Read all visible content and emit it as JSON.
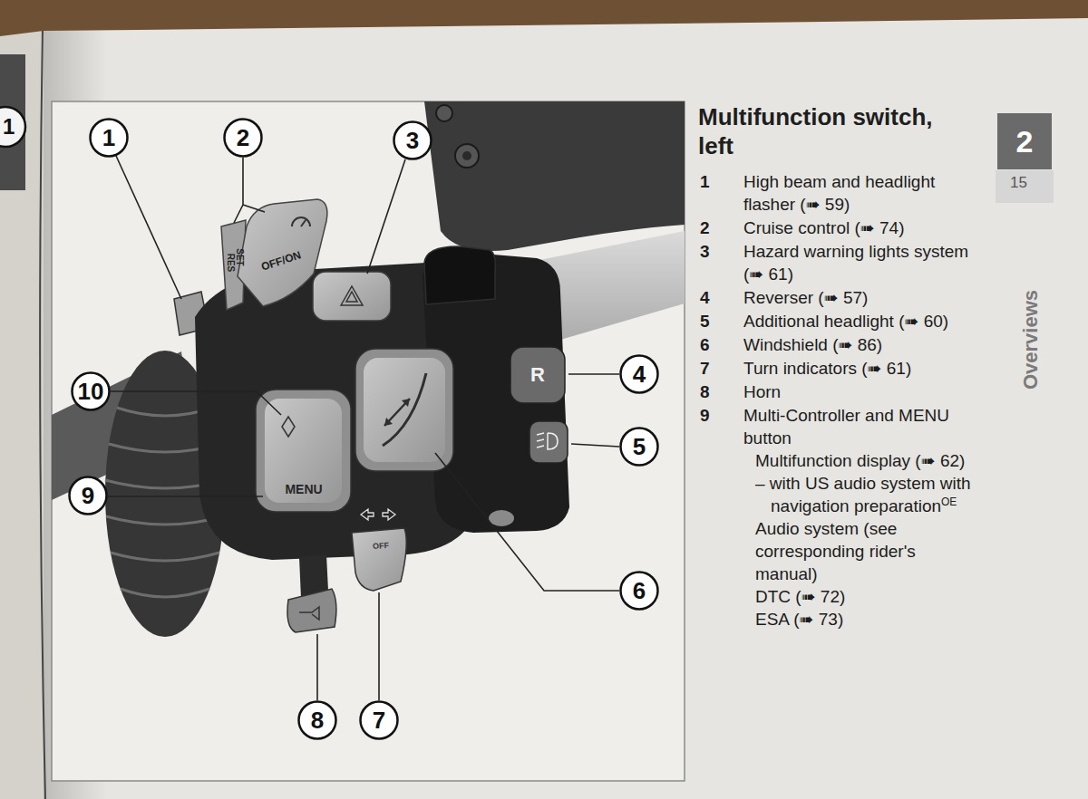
{
  "diagram": {
    "title": "Multifunction switch, left",
    "nodes": [
      {
        "text": [
          "1"
        ]
      },
      {
        "text": [
          "2"
        ]
      },
      {
        "text": [
          "3"
        ]
      },
      {
        "text": [
          "10"
        ]
      },
      {
        "text": [
          "4"
        ]
      },
      {
        "text": [
          "9"
        ]
      },
      {
        "text": [
          "5"
        ]
      },
      {
        "text": [
          "6"
        ]
      },
      {
        "text": [
          "8"
        ]
      },
      {
        "text": [
          "7"
        ]
      },
      {
        "text": [
          "2"
        ]
      }
    ],
    "labels": [
      "15",
      "Overviews",
      "1",
      "SET",
      "RES",
      "OFF/ON",
      "MENU",
      "R",
      "OFF",
      "1",
      "High beam and headlight flasher (➠ 59)",
      "2",
      "Cruise control (➠ 74)",
      "3",
      "Hazard warning lights system (➠ 61)",
      "4",
      "Reverser (➠ 57)",
      "5",
      "Additional headlight (➠ 60)",
      "6",
      "Windshield (➠ 86)",
      "7",
      "Turn indicators (➠ 61)",
      "8",
      "Horn",
      "9",
      "Multi-Controller and MENU button",
      "Multifunction display (➠ 62)",
      "– with US audio system with navigation preparation",
      "OE",
      "Audio system (see corresponding rider's manual)",
      "DTC (➠ 72)",
      "ESA (➠ 73)"
    ]
  }
}
